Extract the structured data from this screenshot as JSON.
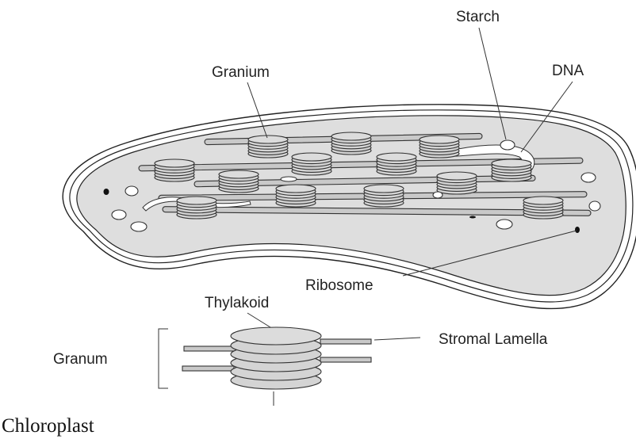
{
  "labels": {
    "starch": "Starch",
    "granium": "Granium",
    "dna": "DNA",
    "ribosome": "Ribosome",
    "thylakoid": "Thylakoid",
    "stromal_lamella": "Stromal Lamella",
    "granum": "Granum"
  },
  "caption": "Chloroplast",
  "colors": {
    "stroma": "#dedede",
    "thylakoid": "#d4d4d4",
    "outline": "#333333"
  }
}
